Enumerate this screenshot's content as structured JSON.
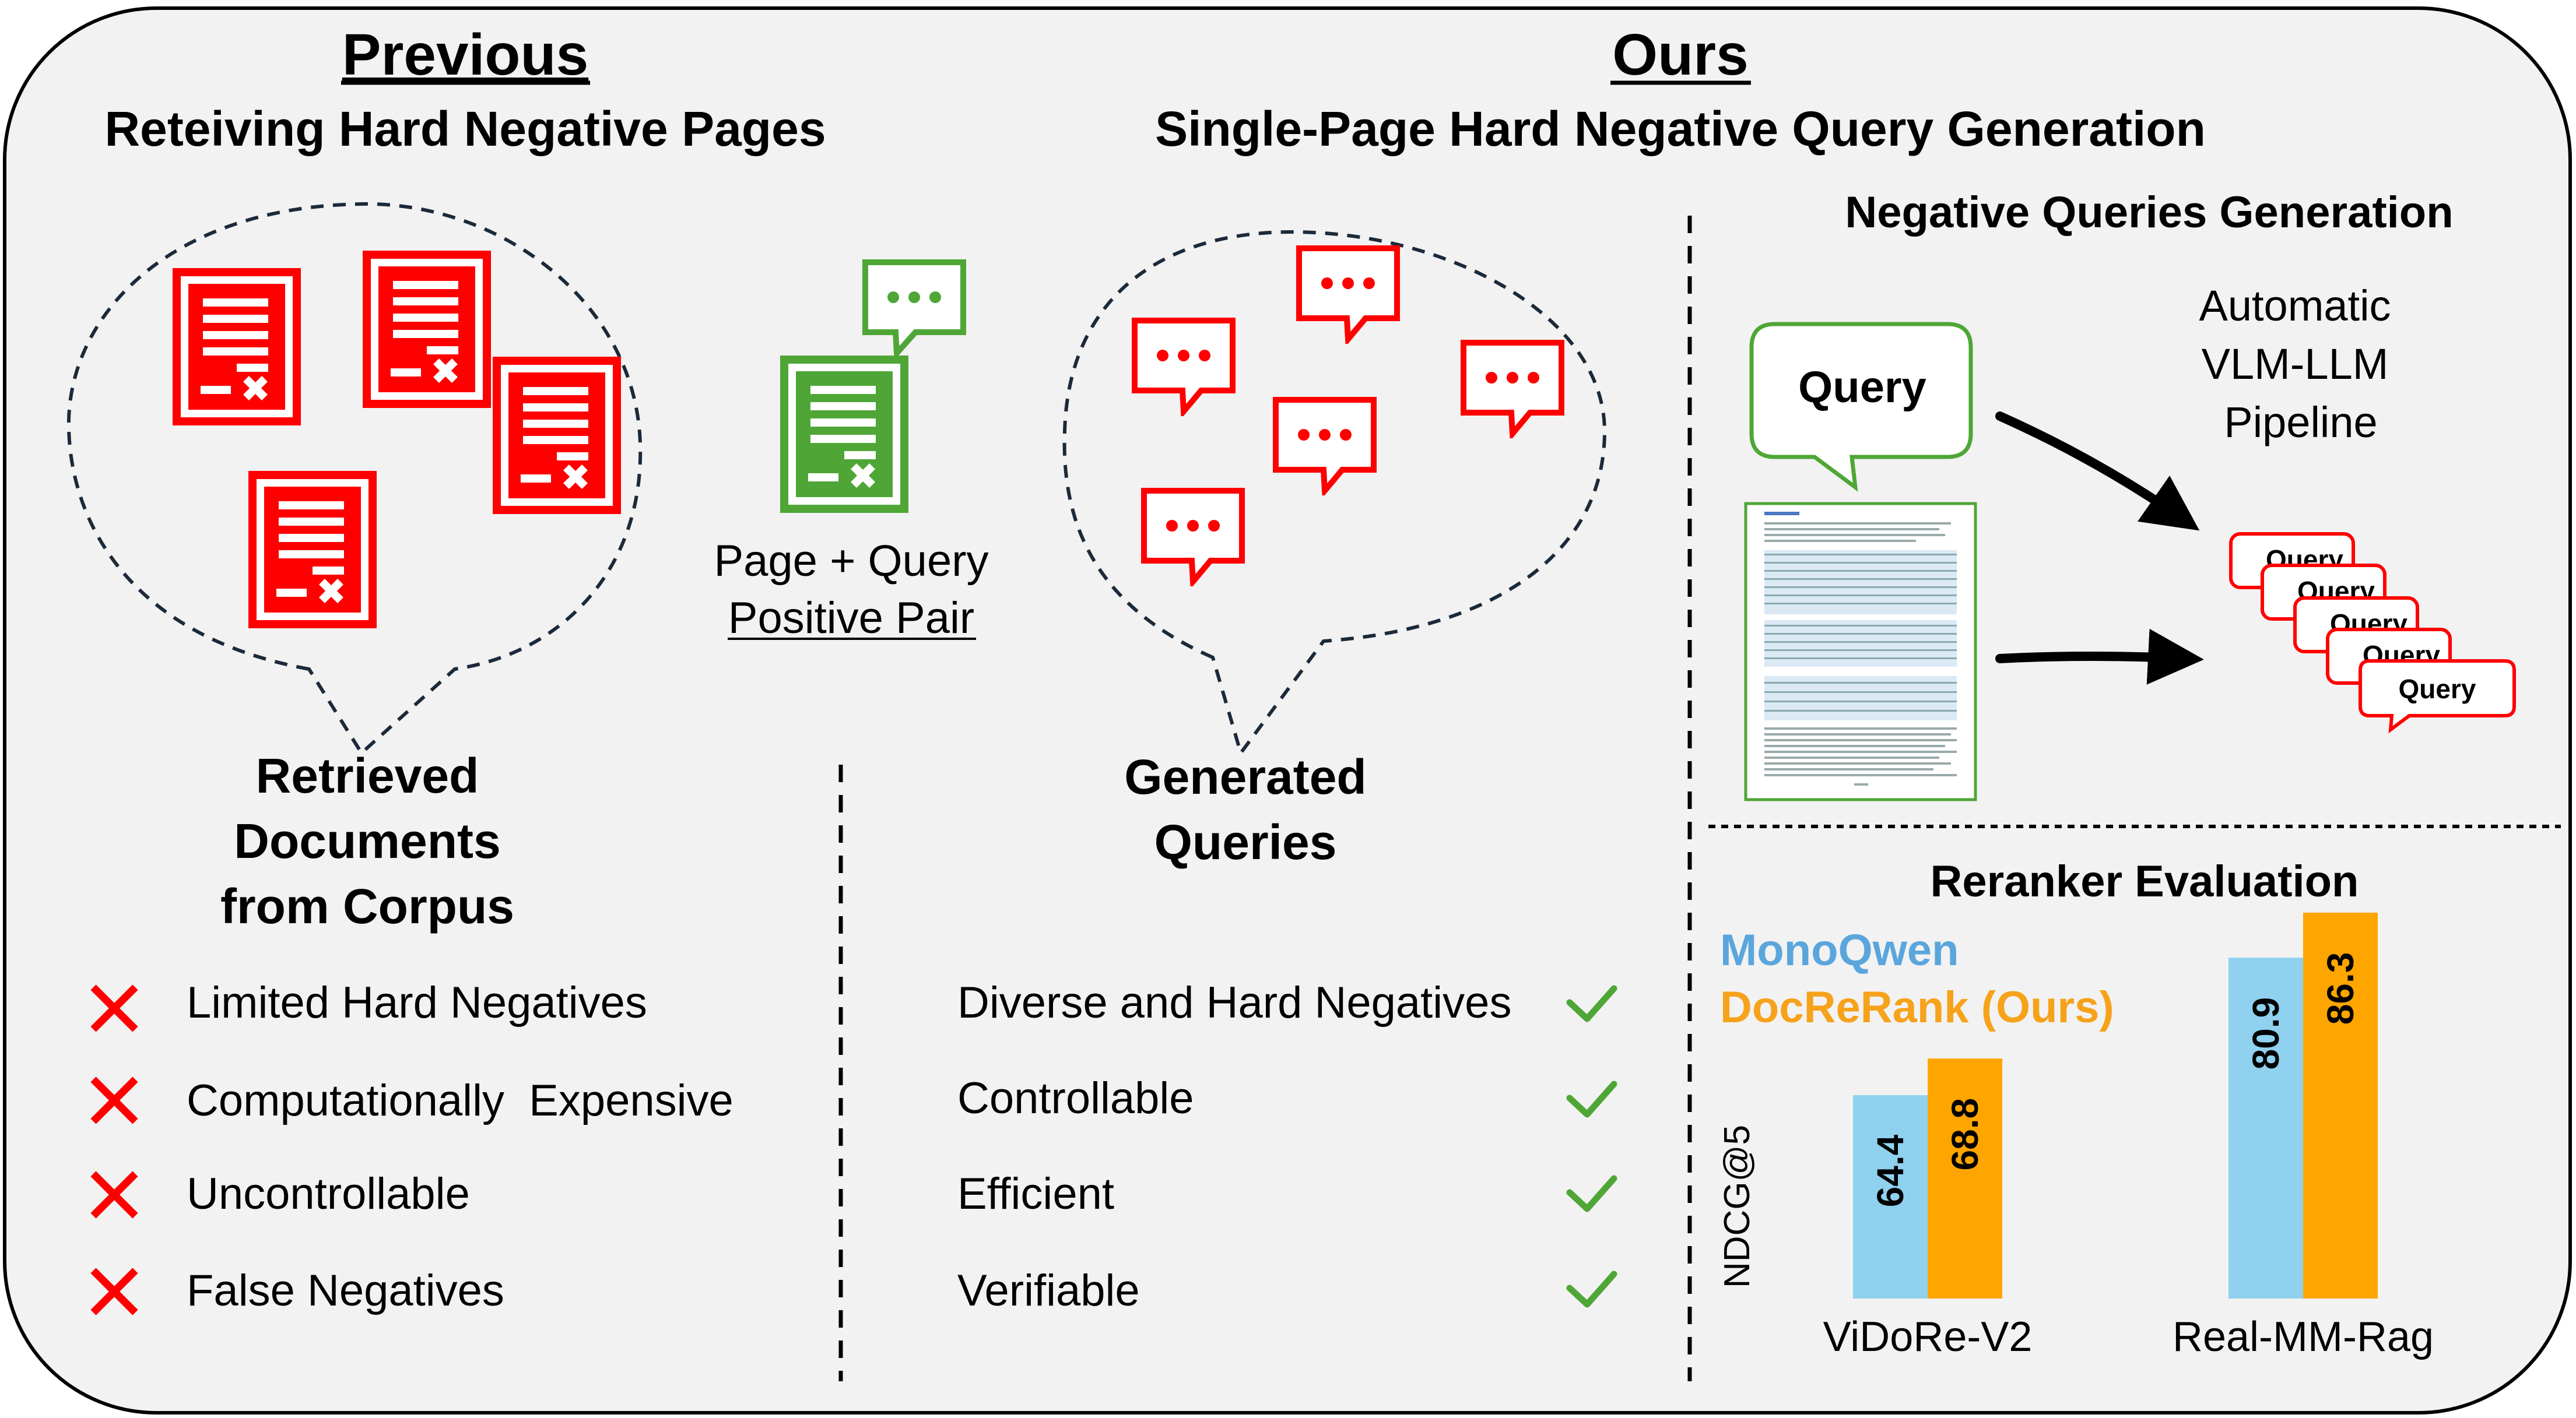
{
  "previous": {
    "heading": "Previous",
    "subheading": "Reteiving Hard Negative Pages",
    "bubble_caption": [
      "Retrieved",
      "Documents",
      "from Corpus"
    ],
    "positive_pair": {
      "line1": "Page + Query",
      "line2": "Positive Pair"
    },
    "drawbacks": [
      {
        "label": "Limited Hard Negatives"
      },
      {
        "label": "Computationally  Expensive"
      },
      {
        "label": "Uncontrollable"
      },
      {
        "label": "False Negatives"
      }
    ]
  },
  "ours": {
    "heading": "Ours",
    "subheading": "Single-Page Hard Negative Query Generation",
    "bubble_caption": [
      "Generated",
      "Queries"
    ],
    "benefits": [
      {
        "label": "Diverse and Hard Negatives"
      },
      {
        "label": "Controllable"
      },
      {
        "label": "Efficient"
      },
      {
        "label": "Verifiable"
      }
    ]
  },
  "generation": {
    "title": "Negative Queries Generation",
    "query_bubble": "Query",
    "pipeline": [
      "Automatic",
      "VLM-LLM",
      "Pipeline"
    ],
    "stack_label": "Query"
  },
  "evaluation": {
    "title": "Reranker Evaluation",
    "legend": [
      {
        "name": "MonoQwen",
        "color": "#5aa6dc"
      },
      {
        "name": "DocReRank (Ours)",
        "color": "#f7a21b"
      }
    ]
  },
  "chart_data": {
    "type": "bar",
    "title": "",
    "xlabel": "",
    "ylabel": "NDCG@5",
    "categories": [
      "ViDoRe-V2",
      "Real-MM-Rag"
    ],
    "series": [
      {
        "name": "MonoQwen",
        "values": [
          64.4,
          80.9
        ],
        "labels": [
          "64.4",
          "80.9"
        ]
      },
      {
        "name": "DocReRank (Ours)",
        "values": [
          68.8,
          86.3
        ],
        "labels": [
          "68.8",
          "86.3"
        ]
      }
    ]
  },
  "colors": {
    "red": "#ff0000",
    "green": "#4fa636",
    "series_blue": "#8fd1ee",
    "series_orange": "#ffa500",
    "panel_bg": "#f2f2f2"
  }
}
